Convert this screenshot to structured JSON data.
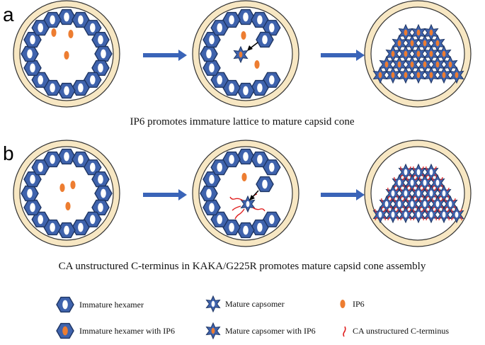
{
  "panels": [
    {
      "letter": "a",
      "caption": "IP6 promotes immature lattice to mature capsid cone"
    },
    {
      "letter": "b",
      "caption": "CA unstructured C-terminus in KAKA/G225R promotes mature capsid cone assembly"
    }
  ],
  "legend": {
    "immature_hexamer": "Immature hexamer",
    "immature_hexamer_ip6": "Immature hexamer with IP6",
    "mature_capsomer": "Mature capsomer",
    "mature_capsomer_ip6": "Mature capsomer with IP6",
    "ip6": "IP6",
    "c_terminus": "CA unstructured C-terminus"
  },
  "colors": {
    "hexagon_fill": "#3f63ad",
    "hexagon_stroke": "#1e3563",
    "ip6_orange": "#ed7d31",
    "circle_ring": "#f7e7c3",
    "c_terminus_red": "#e01f1f",
    "arrow_blue": "#3a64b8"
  }
}
